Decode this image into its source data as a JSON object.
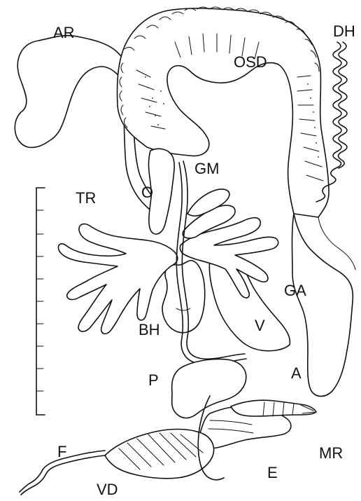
{
  "labels": {
    "ar": "AR",
    "osd": "OSD",
    "dh": "DH",
    "tr": "TR",
    "o": "O",
    "gm": "GM",
    "ga": "GA",
    "bh": "BH",
    "v": "V",
    "a": "A",
    "p": "P",
    "f": "F",
    "mr": "MR",
    "e": "E",
    "vd": "VD"
  },
  "scale_bar": {
    "ticks": 11
  }
}
